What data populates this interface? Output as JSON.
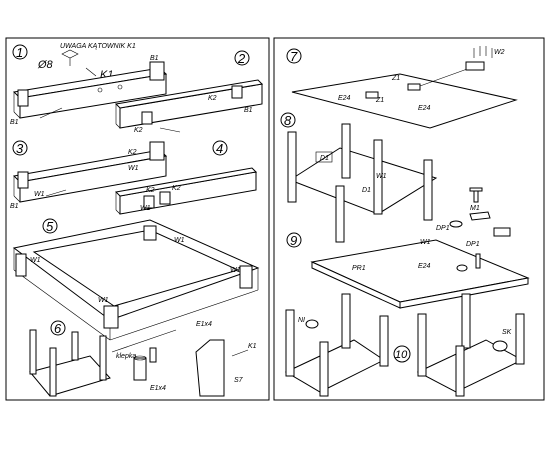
{
  "steps": [
    "1",
    "2",
    "3",
    "4",
    "5",
    "6",
    "7",
    "8",
    "9",
    "10"
  ],
  "note": "UWAGA KĄTOWNIK K1",
  "labels": {
    "o8": "Ø8",
    "k1": "K1",
    "b1": "B1",
    "k2": "K2",
    "w1": "W1",
    "d1": "D1",
    "e24": "E24",
    "z1": "Z1",
    "m1": "M1",
    "dp1": "DP1",
    "pr1": "PR1",
    "w2": "W2",
    "ni": "NI",
    "sk": "SK",
    "e1x4": "E1x4",
    "s7": "S7",
    "klepka": "klepka"
  }
}
